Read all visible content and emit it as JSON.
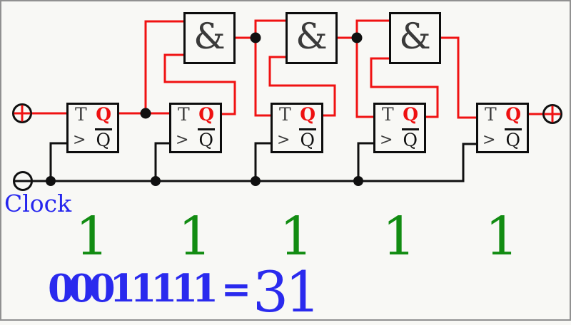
{
  "circuit": {
    "clock_label": "Clock",
    "and_gates": [
      {
        "label": "&"
      },
      {
        "label": "&"
      },
      {
        "label": "&"
      }
    ],
    "flip_flops": [
      {
        "input": "T",
        "output": "Q",
        "clock": ">",
        "inverted_output": "Q"
      },
      {
        "input": "T",
        "output": "Q",
        "clock": ">",
        "inverted_output": "Q"
      },
      {
        "input": "T",
        "output": "Q",
        "clock": ">",
        "inverted_output": "Q"
      },
      {
        "input": "T",
        "output": "Q",
        "clock": ">",
        "inverted_output": "Q"
      },
      {
        "input": "T",
        "output": "Q",
        "clock": ">",
        "inverted_output": "Q"
      }
    ]
  },
  "state": {
    "bits": [
      "1",
      "1",
      "1",
      "1",
      "1"
    ],
    "binary": "00011111",
    "equals": "=",
    "decimal": "31"
  },
  "colors": {
    "signal_wire": "#f01212",
    "clock_wire": "#101010",
    "bit_text": "#128c12",
    "value_text": "#2a2aee",
    "label_text": "#3d3d3d"
  }
}
